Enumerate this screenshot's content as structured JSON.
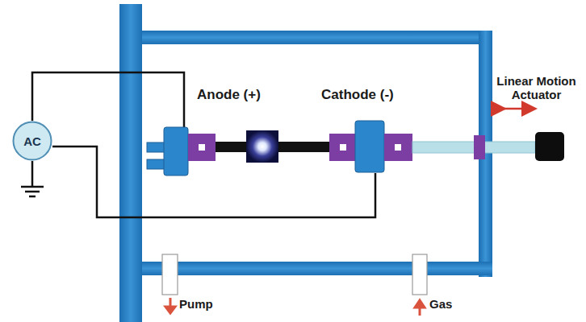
{
  "diagram": {
    "nodes": [
      {
        "text": [
          "AC"
        ]
      }
    ],
    "labels": [
      "Anode (+)",
      "Cathode (-)",
      "Linear Motion Actuator",
      "Pump",
      "Gas"
    ]
  }
}
